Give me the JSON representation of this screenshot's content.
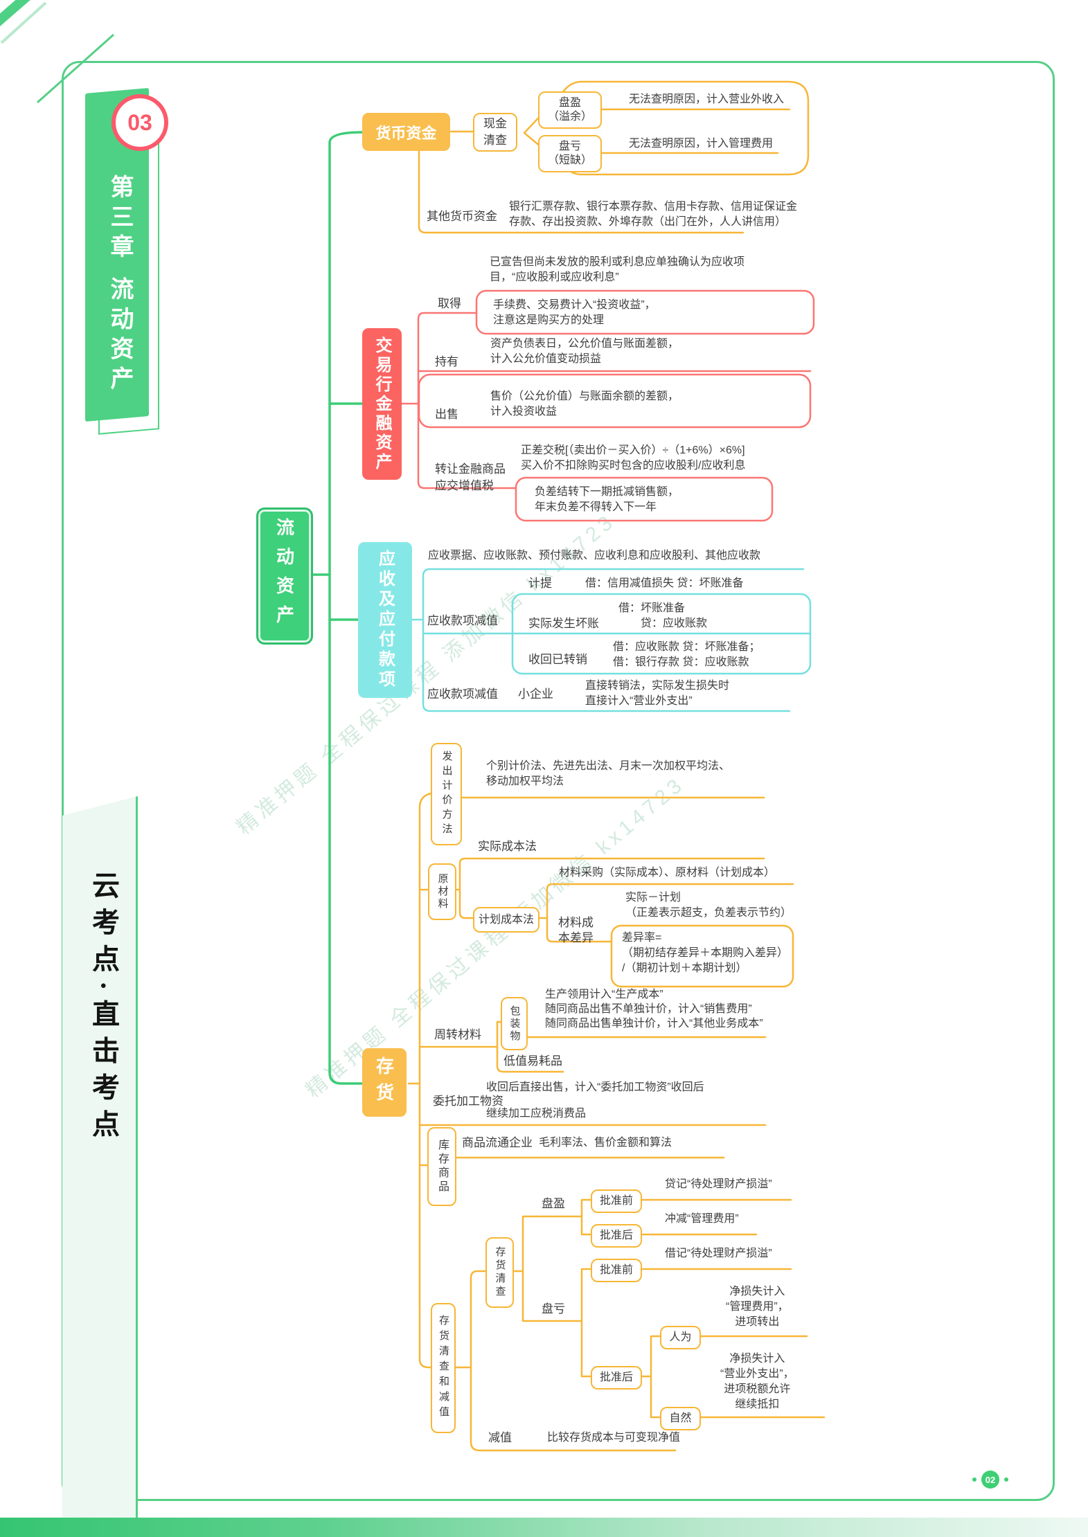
{
  "page": {
    "badge": "03",
    "chapter_title": "第三章 流动资产",
    "side_title": "云考点·直击考点",
    "page_number": "02",
    "watermark": "精准押题 全程保过课程 添加微信 kx14723"
  },
  "colors": {
    "trunk_green": "#3DCC77",
    "yellow_line": "#F7B636",
    "yellow_fill": "#F9BE4E",
    "red_fill": "#FB6461",
    "red_line": "#FB7573",
    "cyan_fill": "#86E8E6",
    "cyan_line": "#74DFDF",
    "badge_red": "#FB5A6B",
    "frame_green": "#55CF86"
  },
  "root": {
    "label": "流动资产"
  },
  "monetary": {
    "label": "货币资金",
    "cash_check": "现金\n清查",
    "surplus": "盘盈\n（溢余）",
    "surplus_note": "无法查明原因，计入营业外收入",
    "shortage": "盘亏\n（短缺）",
    "shortage_note": "无法查明原因，计入管理费用",
    "other_label": "其他货币资金",
    "other_note": "银行汇票存款、银行本票存款、信用卡存款、信用证保证金\n存款、存出投资款、外埠存款（出门在外，人人讲信用）"
  },
  "trading": {
    "label": "交易行金融资产",
    "acquire": "取得",
    "acquire_note1": "已宣告但尚未发放的股利或利息应单独确认为应收项\n目，“应收股利或应收利息”",
    "acquire_note2": "手续费、交易费计入“投资收益”，\n注意这是购买方的处理",
    "hold": "持有",
    "hold_note": "资产负债表日，公允价值与账面差额，\n计入公允价值变动损益",
    "sell": "出售",
    "sell_note": "售价（公允价值）与账面余额的差额，\n计入投资收益",
    "transfer": "转让金融商品\n应交增值税",
    "transfer_note1": "正差交税[（卖出价－买入价）÷（1+6%）×6%]\n买入价不扣除购买时包含的应收股利/应收利息",
    "transfer_note2": "负差结转下一期抵减销售额，\n年末负差不得转入下一年"
  },
  "receivables": {
    "label": "应收及应付款项",
    "scope": "应收票据、应收账款、预付账款、应收利息和应收股利、其他应收款",
    "impair1": "应收款项减值",
    "provision": "计提",
    "provision_entry": "借：信用减值损失 贷：坏账准备",
    "actual": "实际发生坏账",
    "actual_entry": "借：坏账准备\n　　贷：应收账款",
    "recover": "收回已转销",
    "recover_entry": "借：应收账款 贷：坏账准备；\n借：银行存款 贷：应收账款",
    "impair2": "应收款项减值",
    "small": "小企业",
    "small_note": "直接转销法，实际发生损失时\n直接计入“营业外支出”"
  },
  "inventory": {
    "label": "存货",
    "pricing": "发出计价方法",
    "pricing_note": "个别计价法、先进先出法、月末一次加权平均法、\n移动加权平均法",
    "raw": "原材料",
    "actual_cost": "实际成本法",
    "planned_cost": "计划成本法",
    "planned_note": "材料采购（实际成本）、原材料（计划成本）",
    "diff_label": "材料成\n本差异",
    "diff_note": "实际－计划\n（正差表示超支，负差表示节约）",
    "diff_rate": "差异率=\n（期初结存差异＋本期购入差异）\n/（期初计划＋本期计划）",
    "revolving": "周转材料",
    "packing": "包装物",
    "packing_note": "生产领用计入“生产成本”\n随同商品出售不单独计价，计入“销售费用”\n随同商品出售单独计价，计入“其他业务成本”",
    "low_value": "低值易耗品",
    "consigned": "委托加工物资",
    "consigned_note1": "收回后直接出售，计入“委托加工物资”收回后",
    "consigned_note2": "继续加工应税消费品",
    "merchandise": "库存商品",
    "circulation": "商品流通企业",
    "circulation_note": "毛利率法、售价金额和算法",
    "check_impair": "存货清查和减值",
    "check": "存货清查",
    "surplus": "盘盈",
    "pre1": "批准前",
    "pre1_note": "贷记“待处理财产损溢”",
    "post1": "批准后",
    "post1_note": "冲减“管理费用”",
    "shortage": "盘亏",
    "pre2": "批准前",
    "pre2_note": "借记“待处理财产损溢”",
    "post2": "批准后",
    "manmade": "人为",
    "manmade_note": "净损失计入\n“管理费用”，\n进项转出",
    "natural": "自然",
    "natural_note": "净损失计入\n“营业外支出”，\n进项税额允许\n继续抵扣",
    "impair": "减值",
    "impair_note": "比较存货成本与可变现净值"
  }
}
